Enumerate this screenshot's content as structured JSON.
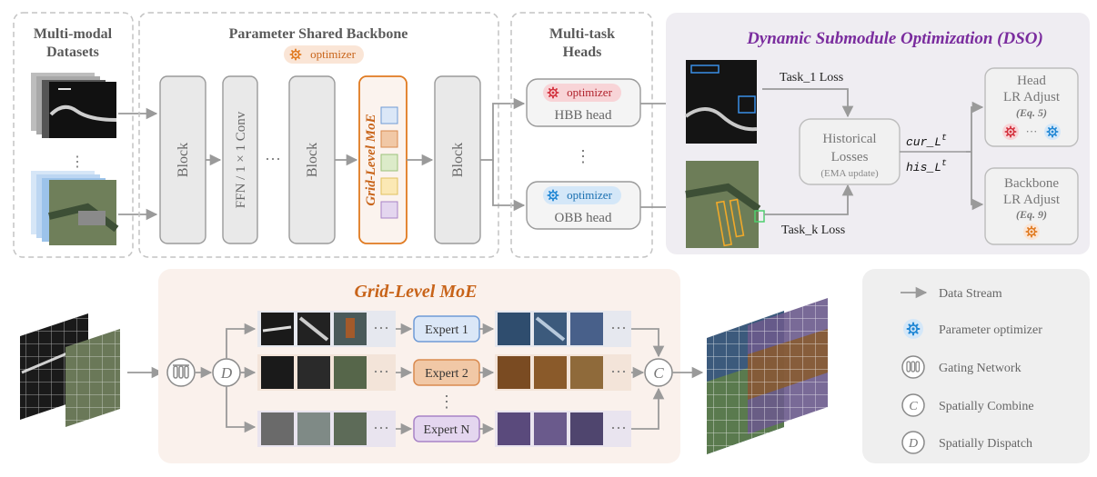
{
  "colors": {
    "panel_border": "#c4c4c4",
    "block_fill": "#e9e9e9",
    "block_stroke": "#9a9a9a",
    "moe_orange": "#c8641a",
    "dso_purple": "#7a2c9e",
    "dso_bg": "#efedf2",
    "moe_bg": "#faf1ec",
    "legend_bg": "#efefef",
    "arrow": "#9a9a9a",
    "red_gear": "#d3313d",
    "blue_gear": "#1f86d4",
    "orange_gear": "#e07a20"
  },
  "top": {
    "datasets_title_1": "Multi-modal",
    "datasets_title_2": "Datasets",
    "backbone_title": "Parameter Shared Backbone",
    "backbone_optimizer": "optimizer",
    "block_label": "Block",
    "ffn_label": "FFN / 1 × 1 Conv",
    "ellipsis": "···",
    "moe_label": "Grid-Level MoE",
    "heads_title_1": "Multi-task",
    "heads_title_2": "Heads",
    "hbb_optimizer": "optimizer",
    "hbb_head": "HBB head",
    "obb_optimizer": "optimizer",
    "obb_head": "OBB head",
    "vert_dots": "⋮",
    "dso_title": "Dynamic Submodule Optimization (DSO)",
    "task1_loss": "Task_1 Loss",
    "taskk_loss": "Task_k Loss",
    "hist_1": "Historical",
    "hist_2": "Losses",
    "hist_3": "(EMA update)",
    "cur_l": "cur_L",
    "his_l": "his_L",
    "sup_t": "t",
    "head_adj_1": "Head",
    "head_adj_2": "LR Adjust",
    "head_adj_eq": "(Eq. 5)",
    "head_adj_dots": "···",
    "bb_adj_1": "Backbone",
    "bb_adj_2": "LR Adjust",
    "bb_adj_eq": "(Eq. 9)"
  },
  "moe": {
    "title": "Grid-Level MoE",
    "dispatch": "D",
    "combine": "C",
    "expert_1": "Expert 1",
    "expert_2": "Expert 2",
    "expert_n": "Expert N",
    "dots": "···",
    "vdots": "⋮"
  },
  "legend": {
    "items": [
      {
        "label": "Data Stream",
        "icon": "arrow-icon"
      },
      {
        "label": "Parameter optimizer",
        "icon": "gear-icon"
      },
      {
        "label": "Gating Network",
        "icon": "gating-icon"
      },
      {
        "label": "Spatially Combine",
        "icon": "combine-icon"
      },
      {
        "label": "Spatially Dispatch",
        "icon": "dispatch-icon"
      }
    ]
  }
}
